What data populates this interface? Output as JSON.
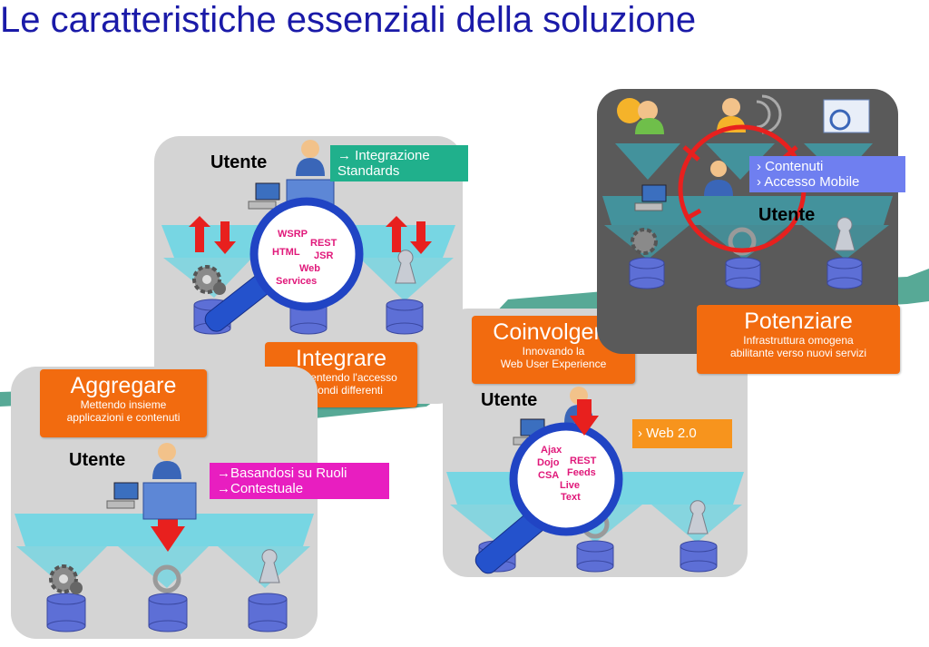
{
  "title": "Le caratteristiche essenziali della soluzione",
  "user_label": "Utente",
  "colors": {
    "title": "#1a1aa8",
    "orange": "#f26b0f",
    "teal_tag": "#20b08c",
    "blue_tag": "#6f7ff0",
    "magenta_tag": "#e81ec0",
    "arrow_red": "#e8201e",
    "lens_blue": "#2244c0"
  },
  "integrare": {
    "heading": "Integrare",
    "subtitle": "Consentendo l'accesso\na mondi differenti",
    "tag": "→ Integrazione\n   Standards",
    "keywords": [
      "WSRP",
      "REST",
      "HTML",
      "JSR",
      "Web",
      "Services"
    ]
  },
  "aggregare": {
    "heading": "Aggregare",
    "subtitle": "Mettendo insieme\napplicazioni  e contenuti",
    "tag": "→Basandosi su Ruoli\n→Contestuale"
  },
  "coinvolgere": {
    "heading": "Coinvolgere",
    "subtitle": "Innovando la\nWeb User Experience",
    "tag": "› Web 2.0",
    "keywords": [
      "Ajax",
      "Dojo",
      "REST",
      "CSA",
      "Feeds",
      "Live",
      "Text"
    ]
  },
  "potenziare": {
    "heading": "Potenziare",
    "subtitle": "Infrastruttura omogena\nabilitante verso nuovi  servizi",
    "tag": "› Contenuti\n› Accesso Mobile"
  }
}
